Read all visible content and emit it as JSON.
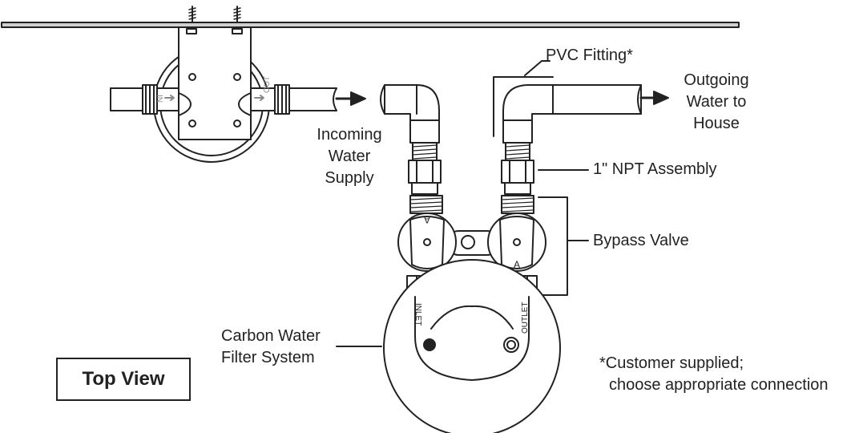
{
  "labels": {
    "pvc_fitting": "PVC Fitting*",
    "outgoing": [
      "Outgoing",
      "Water to",
      "House"
    ],
    "incoming": [
      "Incoming",
      "Water",
      "Supply"
    ],
    "npt_assembly": "1\" NPT Assembly",
    "bypass_valve": "Bypass Valve",
    "carbon_filter": [
      "Carbon Water",
      "Filter System"
    ],
    "note": [
      "*Customer supplied;",
      "choose appropriate connection"
    ],
    "top_view": "Top View"
  },
  "embossed": {
    "head_in": "IN",
    "head_out": "OUT",
    "elbow_inlet": "INLET",
    "elbow_outlet": "OUTLET",
    "valve_mark_left": "A",
    "valve_mark_right": "A"
  },
  "colors": {
    "line": "#222222",
    "body": "#ffffff",
    "shade": "#cfcfcf"
  }
}
